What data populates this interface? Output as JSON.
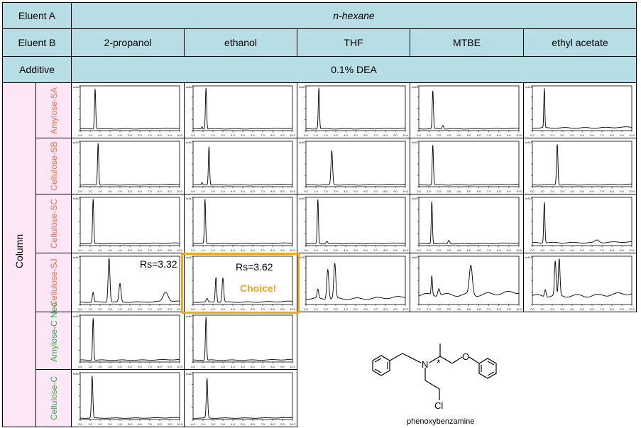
{
  "header": {
    "eluentA_label": "Eluent A",
    "eluentA_value": "n-hexane",
    "eluentB_label": "Eluent B",
    "eluentB_values": [
      "2-propanol",
      "ethanol",
      "THF",
      "MTBE",
      "ethyl acetate"
    ],
    "additive_label": "Additive",
    "additive_value": "0.1% DEA"
  },
  "column_label": "Column",
  "columns_colors": {
    "orange": "#f4704a",
    "green": "#3aa84a",
    "header_bg": "#b7dde5",
    "pink_bg": "#fde6f5",
    "highlight": "#f4a61c"
  },
  "rows": [
    {
      "name": "Amylose-SA",
      "color": "orange"
    },
    {
      "name": "Cellulose-SB",
      "color": "orange"
    },
    {
      "name": "Cellulose-SC",
      "color": "orange"
    },
    {
      "name": "Cellulose-SJ",
      "color": "orange"
    },
    {
      "name": "Amylose-C Neo",
      "color": "green"
    },
    {
      "name": "Cellulose-C",
      "color": "green"
    }
  ],
  "annotations": {
    "rs_2propanol_sj": "Rs=3.32",
    "rs_ethanol_sj": "Rs=3.62",
    "choice": "Choice!"
  },
  "molecule": {
    "name": "phenoxybenzamine",
    "atom_N": "N",
    "atom_Cl": "Cl",
    "stereo": "*"
  },
  "chart_data": {
    "type": "line",
    "title": "",
    "xlabel": "",
    "ylabel": "",
    "y_unit_label": "mAU",
    "xlim": [
      0,
      10
    ],
    "x_ticks": [
      "0.0",
      "1.0",
      "2.0",
      "3.0",
      "4.0",
      "5.0",
      "6.0",
      "7.0",
      "8.0",
      "9.0",
      "10.0"
    ],
    "series": [
      {
        "row": "Amylose-SA",
        "col": "2-propanol",
        "peaks": [
          [
            1.5,
            0.9,
            0.06
          ]
        ],
        "base": 0.04
      },
      {
        "row": "Amylose-SA",
        "col": "ethanol",
        "peaks": [
          [
            1.3,
            0.92,
            0.06
          ],
          [
            0.9,
            0.05,
            0.05
          ]
        ],
        "base": 0.04
      },
      {
        "row": "Amylose-SA",
        "col": "THF",
        "peaks": [
          [
            1.3,
            0.92,
            0.06
          ]
        ],
        "base": 0.04
      },
      {
        "row": "Amylose-SA",
        "col": "MTBE",
        "peaks": [
          [
            1.4,
            0.85,
            0.06
          ],
          [
            2.4,
            0.08,
            0.07
          ]
        ],
        "base": 0.04
      },
      {
        "row": "Amylose-SA",
        "col": "ethyl acetate",
        "peaks": [
          [
            1.2,
            0.88,
            0.05
          ]
        ],
        "base": 0.06
      },
      {
        "row": "Cellulose-SB",
        "col": "2-propanol",
        "peaks": [
          [
            1.8,
            0.92,
            0.06
          ]
        ],
        "base": 0.04
      },
      {
        "row": "Cellulose-SB",
        "col": "ethanol",
        "peaks": [
          [
            1.6,
            0.85,
            0.06
          ],
          [
            0.9,
            0.05,
            0.05
          ]
        ],
        "base": 0.04
      },
      {
        "row": "Cellulose-SB",
        "col": "THF",
        "peaks": [
          [
            2.6,
            0.75,
            0.08
          ]
        ],
        "base": 0.04
      },
      {
        "row": "Cellulose-SB",
        "col": "MTBE",
        "peaks": [
          [
            1.4,
            0.88,
            0.06
          ]
        ],
        "base": 0.04
      },
      {
        "row": "Cellulose-SB",
        "col": "ethyl acetate",
        "peaks": [
          [
            2.5,
            0.9,
            0.07
          ]
        ],
        "base": 0.04
      },
      {
        "row": "Cellulose-SC",
        "col": "2-propanol",
        "peaks": [
          [
            1.3,
            0.92,
            0.06
          ]
        ],
        "base": 0.04
      },
      {
        "row": "Cellulose-SC",
        "col": "ethanol",
        "peaks": [
          [
            1.2,
            0.92,
            0.06
          ]
        ],
        "base": 0.04
      },
      {
        "row": "Cellulose-SC",
        "col": "THF",
        "peaks": [
          [
            1.2,
            0.92,
            0.06
          ],
          [
            2.1,
            0.05,
            0.08
          ]
        ],
        "base": 0.04
      },
      {
        "row": "Cellulose-SC",
        "col": "MTBE",
        "peaks": [
          [
            1.3,
            0.88,
            0.06
          ],
          [
            3.0,
            0.07,
            0.08
          ]
        ],
        "base": 0.04
      },
      {
        "row": "Cellulose-SC",
        "col": "ethyl acetate",
        "peaks": [
          [
            1.2,
            0.85,
            0.06
          ],
          [
            6.5,
            0.05,
            0.2
          ]
        ],
        "base": 0.06
      },
      {
        "row": "Cellulose-SJ",
        "col": "2-propanol",
        "peaks": [
          [
            2.9,
            0.92,
            0.09
          ],
          [
            4.0,
            0.38,
            0.1
          ],
          [
            8.6,
            0.2,
            0.25
          ],
          [
            1.3,
            0.2,
            0.08
          ]
        ],
        "base": 0.05
      },
      {
        "row": "Cellulose-SJ",
        "col": "ethanol",
        "peaks": [
          [
            2.3,
            0.52,
            0.07
          ],
          [
            3.0,
            0.5,
            0.08
          ],
          [
            1.4,
            0.07,
            0.08
          ]
        ],
        "base": 0.05
      },
      {
        "row": "Cellulose-SJ",
        "col": "THF",
        "peaks": [
          [
            2.2,
            0.62,
            0.1
          ],
          [
            2.9,
            0.72,
            0.1
          ],
          [
            1.2,
            0.18,
            0.08
          ]
        ],
        "base": 0.12
      },
      {
        "row": "Cellulose-SJ",
        "col": "MTBE",
        "peaks": [
          [
            5.2,
            0.6,
            0.15
          ],
          [
            1.3,
            0.4,
            0.06
          ],
          [
            2.0,
            0.15,
            0.1
          ]
        ],
        "base": 0.2
      },
      {
        "row": "Cellulose-SJ",
        "col": "ethyl acetate",
        "peaks": [
          [
            2.3,
            0.7,
            0.08
          ],
          [
            2.7,
            0.75,
            0.08
          ],
          [
            1.3,
            0.15,
            0.08
          ]
        ],
        "base": 0.18
      },
      {
        "row": "Amylose-C Neo",
        "col": "2-propanol",
        "peaks": [
          [
            1.3,
            0.9,
            0.06
          ]
        ],
        "base": 0.04
      },
      {
        "row": "Amylose-C Neo",
        "col": "ethanol",
        "peaks": [
          [
            1.3,
            0.92,
            0.06
          ]
        ],
        "base": 0.04
      },
      {
        "row": "Cellulose-C",
        "col": "2-propanol",
        "peaks": [
          [
            1.2,
            0.9,
            0.07
          ]
        ],
        "base": 0.03
      },
      {
        "row": "Cellulose-C",
        "col": "ethanol",
        "peaks": [
          [
            1.4,
            0.85,
            0.07
          ]
        ],
        "base": 0.03
      }
    ]
  }
}
